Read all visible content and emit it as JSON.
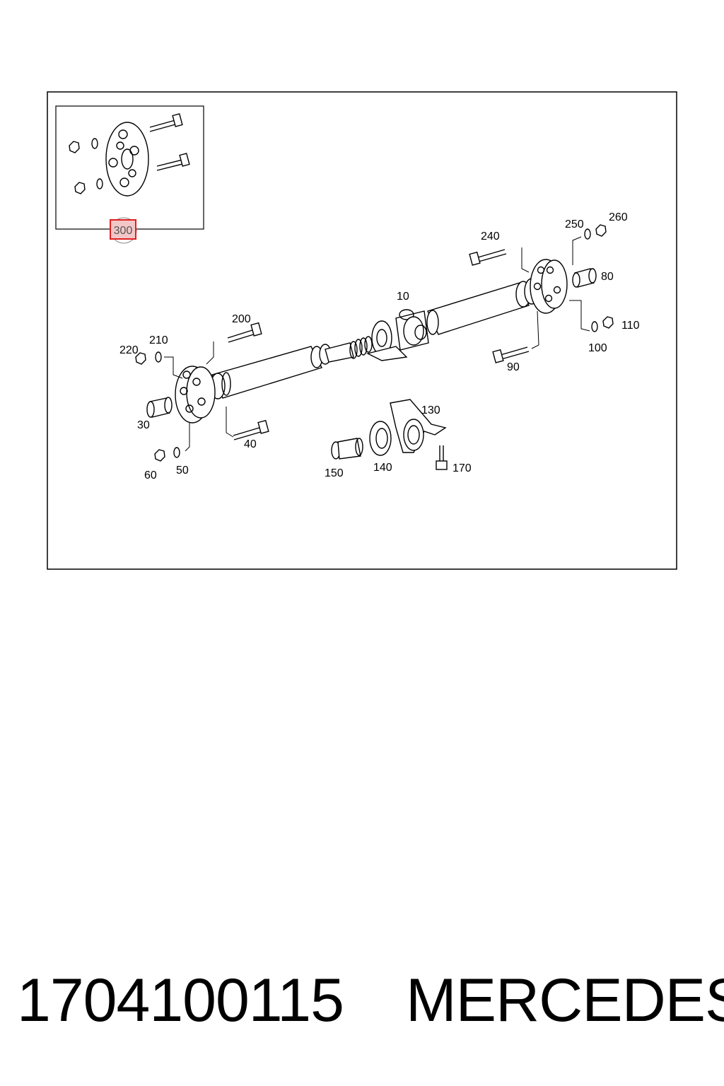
{
  "diagram": {
    "callouts": {
      "c10": "10",
      "c30": "30",
      "c40": "40",
      "c50": "50",
      "c60": "60",
      "c80": "80",
      "c90": "90",
      "c100": "100",
      "c110": "110",
      "c130": "130",
      "c140": "140",
      "c150": "150",
      "c170": "170",
      "c200": "200",
      "c210": "210",
      "c220": "220",
      "c240": "240",
      "c250": "250",
      "c260": "260",
      "c300": "300"
    },
    "highlight_color": "#e02020"
  },
  "footer": {
    "part_number": "1704100115",
    "brand": "MERCEDES"
  }
}
